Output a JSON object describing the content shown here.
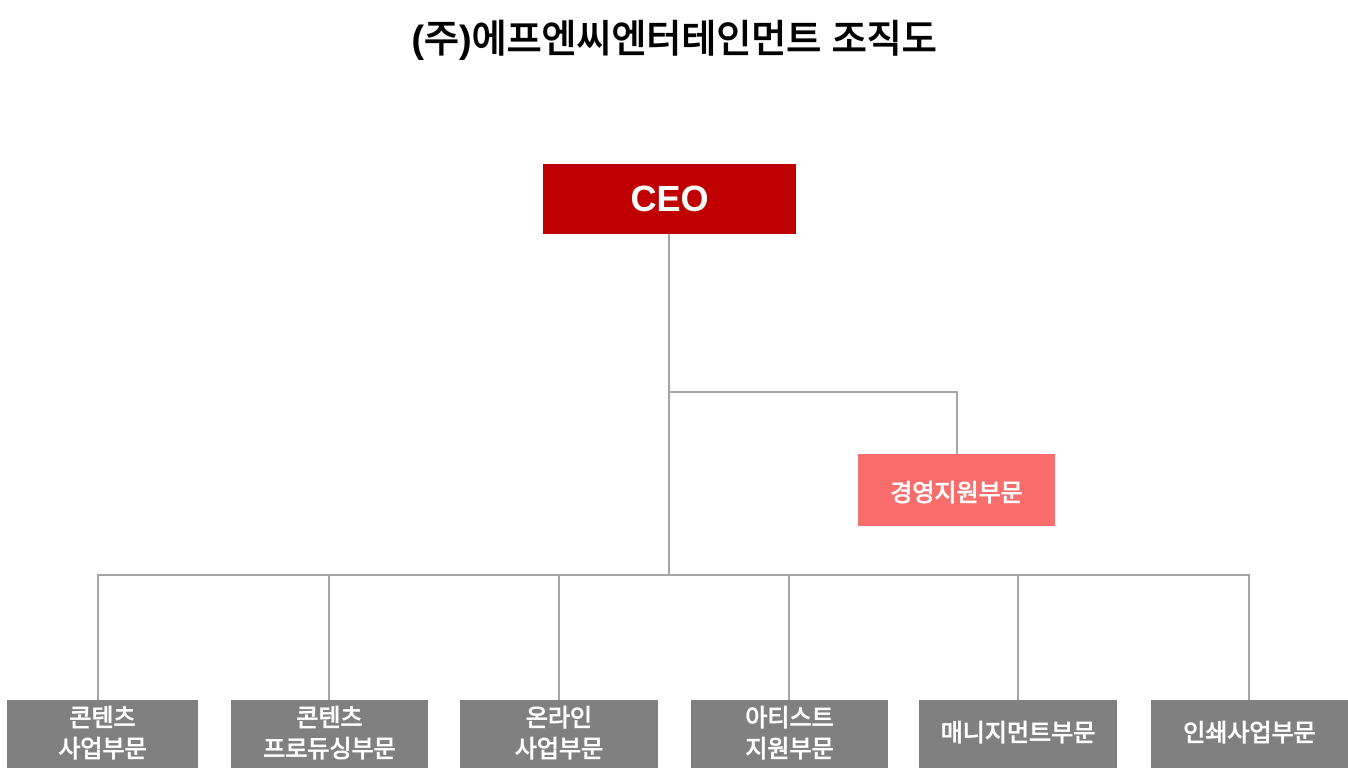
{
  "title": "(주)에프엔씨엔터테인먼트 조직도",
  "colors": {
    "ceo_box": "#C00000",
    "support_box": "#FA6D6D",
    "department_box": "#808080",
    "connector_line": "#A6A6A6",
    "box_text": "#FFFFFF",
    "title_text": "#000000"
  },
  "ceo": {
    "label": "CEO"
  },
  "support_division": {
    "label": "경영지원부문"
  },
  "departments": [
    {
      "lines": [
        "콘텐츠",
        "사업부문"
      ]
    },
    {
      "lines": [
        "콘텐츠",
        "프로듀싱부문"
      ]
    },
    {
      "lines": [
        "온라인",
        "사업부문"
      ]
    },
    {
      "lines": [
        "아티스트",
        "지원부문"
      ]
    },
    {
      "lines": [
        "매니지먼트부문"
      ]
    },
    {
      "lines": [
        "인쇄사업부문"
      ]
    }
  ]
}
